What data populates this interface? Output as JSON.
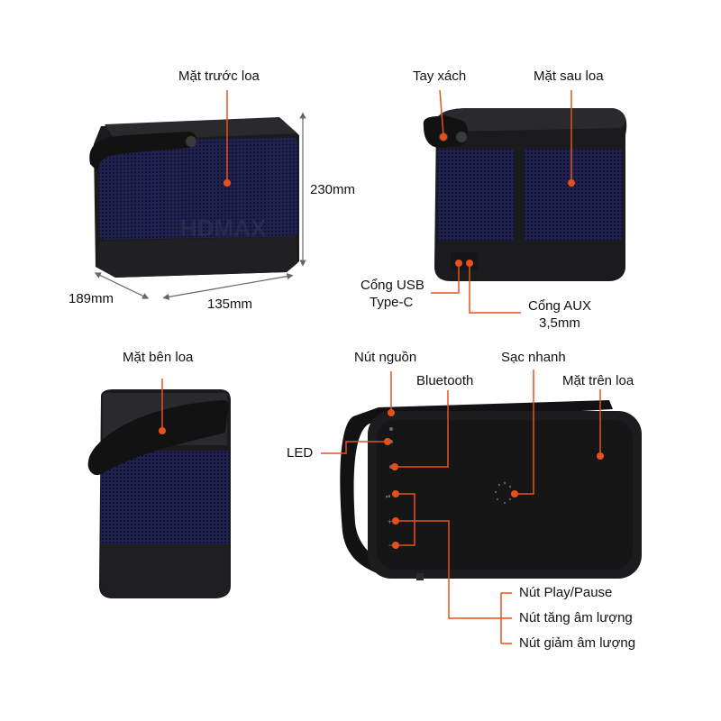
{
  "labels": {
    "front": "Mặt trước loa",
    "handle": "Tay xách",
    "back": "Mặt sau loa",
    "height": "230mm",
    "depth": "189mm",
    "width": "135mm",
    "usb_line1": "Cổng USB",
    "usb_line2": "Type-C",
    "aux_line1": "Cổng AUX",
    "aux_line2": "3,5mm",
    "side": "Mặt bên loa",
    "power": "Nút nguồn",
    "bluetooth": "Bluetooth",
    "fast_charge": "Sạc nhanh",
    "top": "Mặt trên loa",
    "led": "LED",
    "play_pause": "Nút Play/Pause",
    "vol_up": "Nút tăng âm lượng",
    "vol_down": "Nút giảm âm lượng"
  },
  "watermark": "HDMAX",
  "colors": {
    "accent": "#e8501b",
    "body_dark": "#1c1c1e",
    "grille": "#1e2148",
    "leader": "#e8501b"
  }
}
